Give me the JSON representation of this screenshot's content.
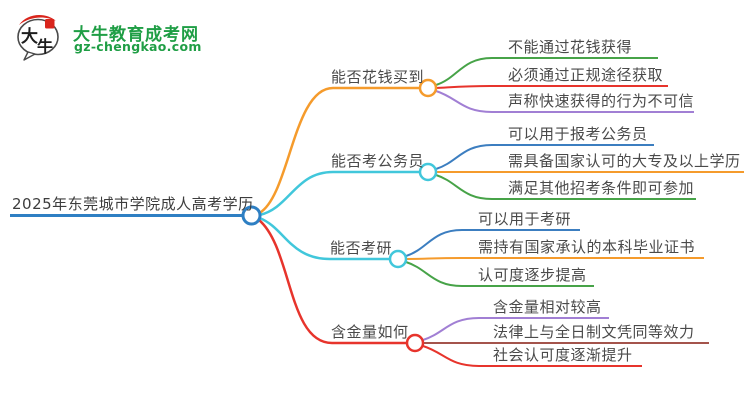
{
  "logo": {
    "icon_char1": "大",
    "icon_char2": "牛",
    "title": "大牛教育成考网",
    "domain": "gz-chengkao.com",
    "colors": {
      "green": "#1f9e45",
      "red": "#d9251c",
      "outline": "#4a4a4a"
    }
  },
  "mindmap": {
    "root": {
      "label": "2025年东莞城市学院成人高考学历",
      "color": "#2e7fc3"
    },
    "branches": [
      {
        "label": "能否花钱买到",
        "color": "#f59b2c",
        "children": [
          {
            "label": "不能通过花钱获得",
            "color": "#47a348"
          },
          {
            "label": "必须通过正规途径获取",
            "color": "#e7342c"
          },
          {
            "label": "声称快速获得的行为不可信",
            "color": "#a17fd4"
          }
        ]
      },
      {
        "label": "能否考公务员",
        "color": "#41c7db",
        "children": [
          {
            "label": "可以用于报考公务员",
            "color": "#3c7ec0"
          },
          {
            "label": "需具备国家认可的大专及以上学历",
            "color": "#f59b2c"
          },
          {
            "label": "满足其他招考条件即可参加",
            "color": "#47a348"
          }
        ]
      },
      {
        "label": "能否考研",
        "color": "#41c7db",
        "children": [
          {
            "label": "可以用于考研",
            "color": "#3c7ec0"
          },
          {
            "label": "需持有国家承认的本科毕业证书",
            "color": "#f59b2c"
          },
          {
            "label": "认可度逐步提高",
            "color": "#47a348"
          }
        ]
      },
      {
        "label": "含金量如何",
        "color": "#e7342c",
        "children": [
          {
            "label": "含金量相对较高",
            "color": "#a17fd4"
          },
          {
            "label": "法律上与全日制文凭同等效力",
            "color": "#a4544c"
          },
          {
            "label": "社会认可度逐渐提升",
            "color": "#e7342c"
          }
        ]
      }
    ]
  }
}
